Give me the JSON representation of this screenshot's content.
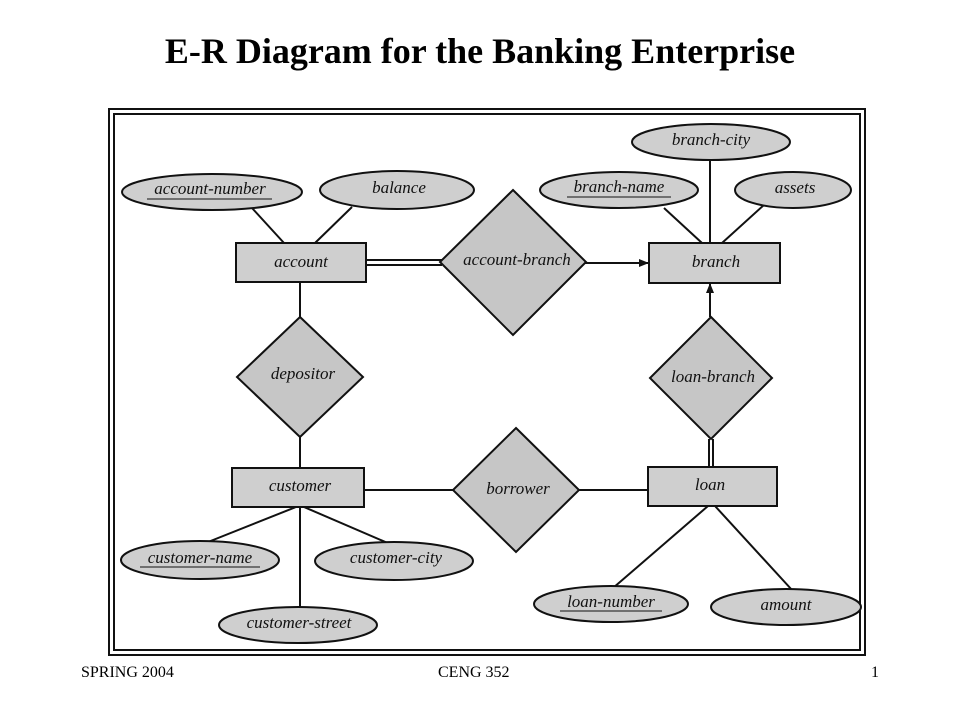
{
  "slide": {
    "title": "E-R Diagram for the Banking Enterprise",
    "footer_left": "SPRING 2004",
    "footer_center": "CENG 352",
    "footer_right": "1"
  },
  "diagram": {
    "entities": {
      "account": "account",
      "branch": "branch",
      "customer": "customer",
      "loan": "loan"
    },
    "relationships": {
      "account_branch": "account-branch",
      "depositor": "depositor",
      "loan_branch": "loan-branch",
      "borrower": "borrower"
    },
    "attributes": {
      "account_number": "account-number",
      "balance": "balance",
      "branch_city": "branch-city",
      "branch_name": "branch-name",
      "assets": "assets",
      "customer_name": "customer-name",
      "customer_city": "customer-city",
      "customer_street": "customer-street",
      "loan_number": "loan-number",
      "amount": "amount"
    },
    "colors": {
      "shape_fill": "#cfcfcf",
      "relationship_fill": "#c6c6c6",
      "stroke": "#111111"
    }
  }
}
